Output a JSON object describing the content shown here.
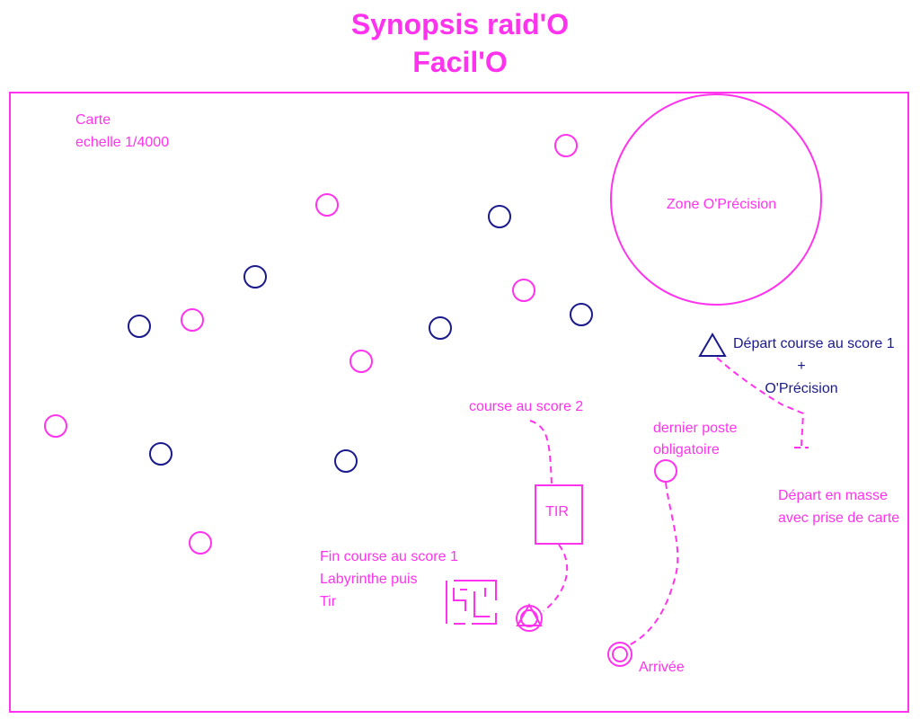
{
  "title": {
    "line1": "Synopsis raid'O",
    "line2": "Facil'O"
  },
  "colors": {
    "magenta": "#ff33ee",
    "navy": "#1a1a8c"
  },
  "map": {
    "label_line1": "Carte",
    "label_line2": "echelle 1/4000",
    "zone_label": "Zone O'Précision",
    "start_score1_line1": "Départ course au score 1",
    "start_score1_line2": "+",
    "start_score1_line3": "O'Précision",
    "mass_start_line1": "Départ en masse",
    "mass_start_line2": "avec prise de carte",
    "score2_label": "course au score 2",
    "last_post_line1": "dernier poste",
    "last_post_line2": "obligatoire",
    "tir_box_label": "TIR",
    "end_score1_line1": "Fin course au score 1",
    "end_score1_line2": "Labyrinthe puis",
    "end_score1_line3": "Tir",
    "finish_label": "Arrivée"
  }
}
